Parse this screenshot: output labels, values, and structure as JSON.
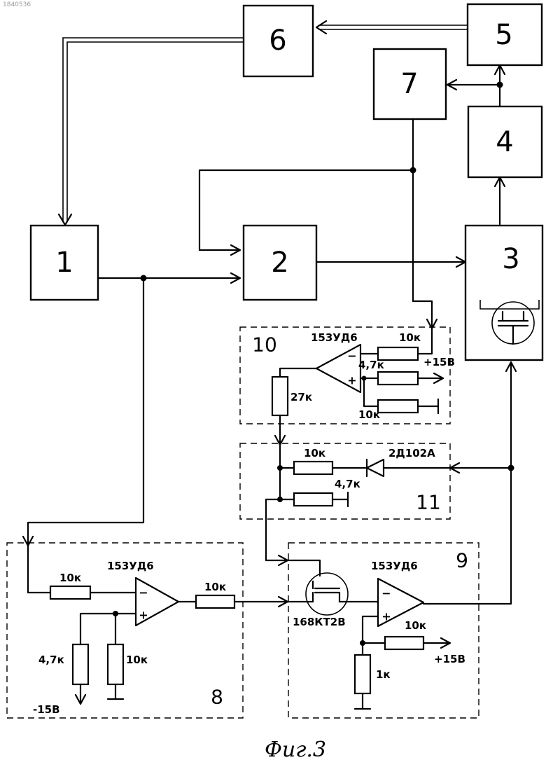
{
  "watermark": "1840536",
  "blocks": {
    "b1": "1",
    "b2": "2",
    "b3": "3",
    "b4": "4",
    "b5": "5",
    "b6": "6",
    "b7": "7"
  },
  "modules": {
    "m8": "8",
    "m9": "9",
    "m10": "10",
    "m11": "11"
  },
  "module10": {
    "opamp": "153УД6",
    "minus": "−",
    "plus": "+",
    "r_top": "10к",
    "r_mid": "4,7к",
    "r_bot": "10к",
    "r_left": "27к",
    "supply": "+15В"
  },
  "module11": {
    "r_top": "10к",
    "r_bot": "4,7к",
    "diode": "2Д102А"
  },
  "module8": {
    "opamp": "153УД6",
    "minus": "−",
    "plus": "+",
    "r_in": "10к",
    "r_out": "10к",
    "r_left": "4,7к",
    "r_right": "10к",
    "supply": "-15В"
  },
  "module9": {
    "opamp": "153УД6",
    "minus": "−",
    "plus": "+",
    "transistor": "168КТ2В",
    "r_fb": "10к",
    "r_gnd": "1к",
    "supply": "+15В"
  },
  "caption": "Фиг.3"
}
